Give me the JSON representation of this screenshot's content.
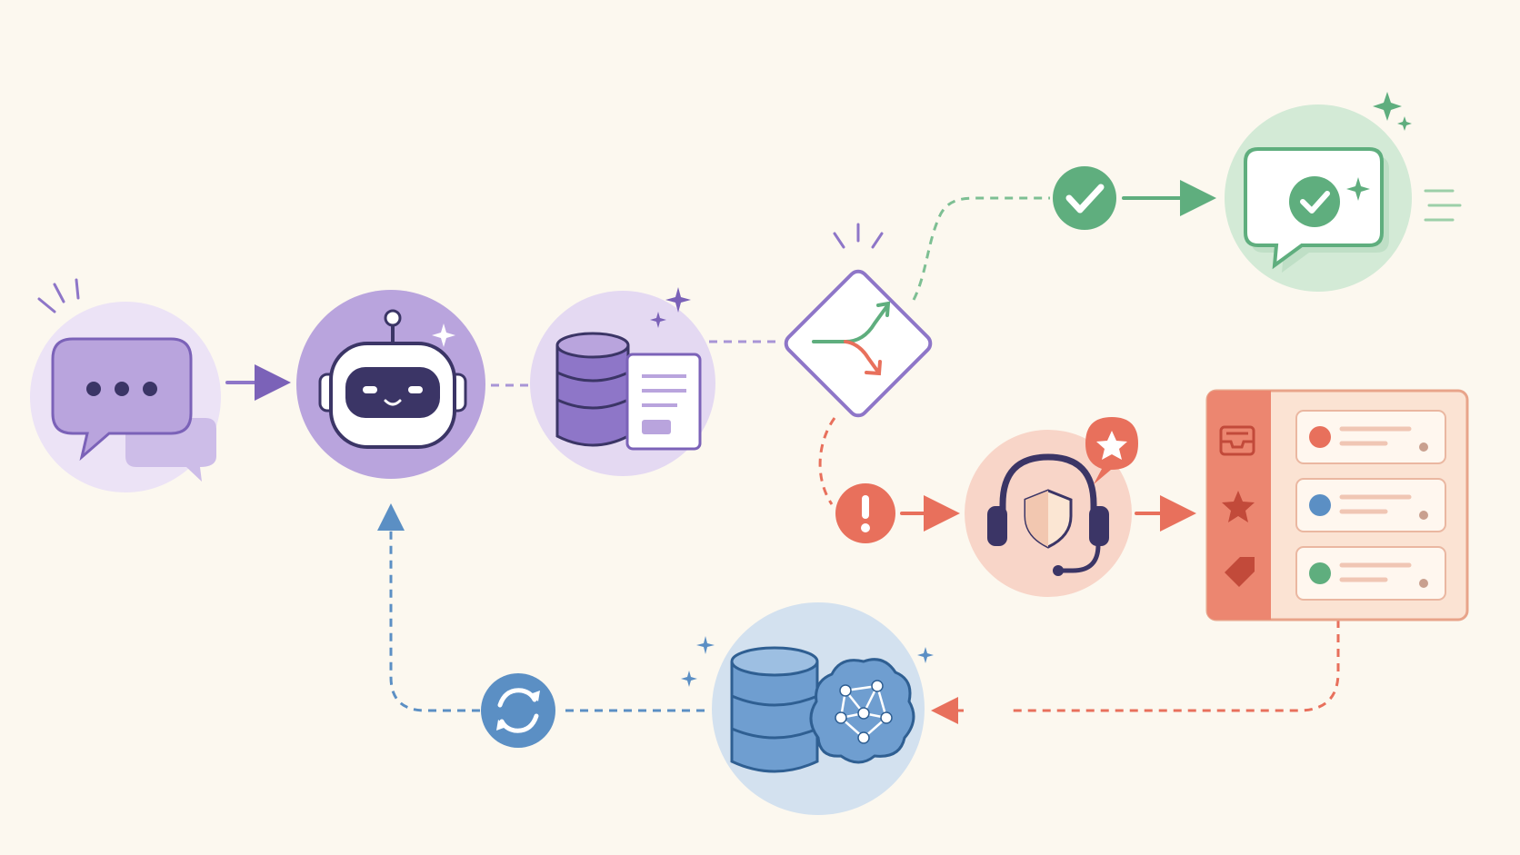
{
  "colors": {
    "background": "#fcf8ef",
    "purple": "#7b62b8",
    "purple_light": "#e8def4",
    "purple_mid": "#b9a4dd",
    "navy": "#3b3566",
    "green": "#5fae7e",
    "green_light": "#d8ecd9",
    "red": "#e8705c",
    "red_light": "#f9d8cc",
    "blue": "#5b8fc4",
    "blue_light": "#d8e4f0"
  },
  "nodes": [
    {
      "id": "user-message",
      "icon": "chat-bubble-icon"
    },
    {
      "id": "ai-assistant",
      "icon": "robot-icon"
    },
    {
      "id": "knowledge-lookup",
      "icon": "database-document-icon"
    },
    {
      "id": "decision",
      "icon": "branch-diamond-icon"
    },
    {
      "id": "resolved",
      "icon": "check-message-icon"
    },
    {
      "id": "human-agent",
      "icon": "headset-shield-icon"
    },
    {
      "id": "ticket-queue",
      "icon": "ticket-list-icon"
    },
    {
      "id": "learning-store",
      "icon": "database-brain-icon"
    }
  ],
  "markers": [
    {
      "id": "success",
      "icon": "check-icon"
    },
    {
      "id": "escalation",
      "icon": "exclamation-icon"
    },
    {
      "id": "feedback-loop",
      "icon": "refresh-icon"
    },
    {
      "id": "priority",
      "icon": "star-icon"
    }
  ],
  "ticket_rows": [
    {
      "dot_color": "#e8705c"
    },
    {
      "dot_color": "#5b8fc4"
    },
    {
      "dot_color": "#5fae7e"
    }
  ]
}
